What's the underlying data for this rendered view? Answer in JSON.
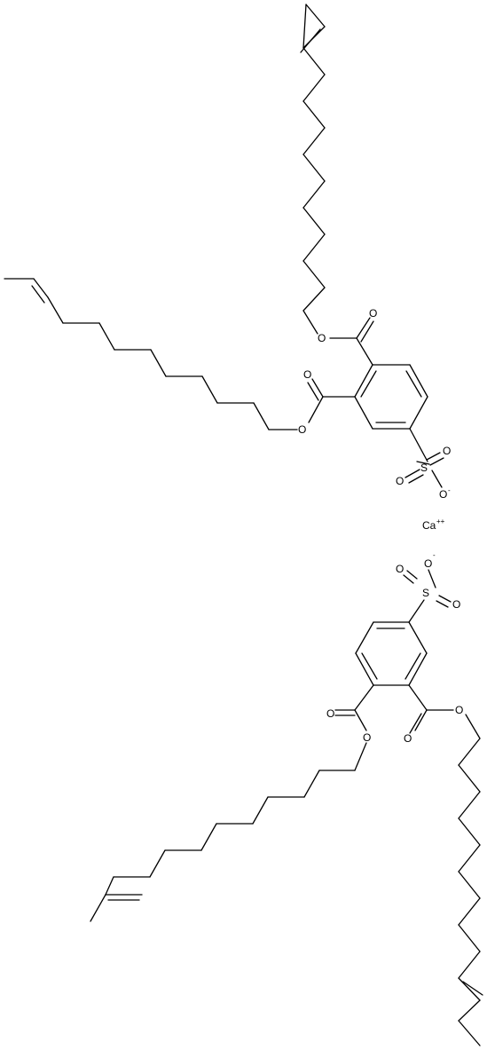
{
  "molecule": {
    "labels": {
      "o": "O",
      "s": "S",
      "ca": "Ca",
      "minus": "-",
      "plus2": "++"
    }
  }
}
